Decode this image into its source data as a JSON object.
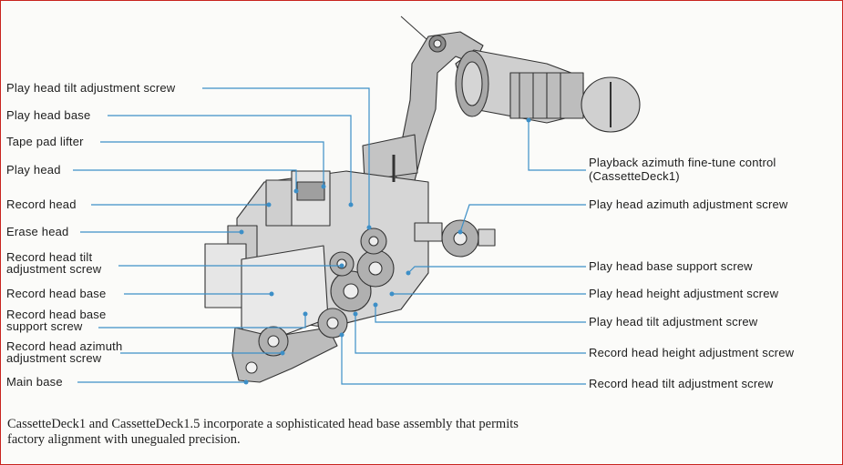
{
  "labels": {
    "play_head_tilt_screw": "Play head tilt adjustment screw",
    "play_head_base": "Play head base",
    "tape_pad_lifter": "Tape pad lifter",
    "play_head": "Play head",
    "record_head": "Record head",
    "erase_head": "Erase head",
    "record_head_tilt_1": "Record head tilt",
    "record_head_tilt_2": "adjustment screw",
    "record_head_base": "Record head base",
    "record_head_base_support_1": "Record head base",
    "record_head_base_support_2": "support screw",
    "record_head_azimuth_1": "Record head azimuth",
    "record_head_azimuth_2": "adjustment screw",
    "main_base": "Main base",
    "playback_azimuth_1": "Playback azimuth fine-tune control",
    "playback_azimuth_2": "(CassetteDeck1)",
    "play_head_azimuth_screw": "Play head azimuth adjustment screw",
    "play_head_base_support_screw": "Play head base support screw",
    "play_head_height_screw": "Play head height adjustment screw",
    "play_head_tilt_screw_right": "Play head tilt adjustment screw",
    "record_head_height_screw": "Record head height adjustment screw",
    "record_head_tilt_screw_right": "Record head tilt adjustment screw"
  },
  "caption": {
    "line1": "CassetteDeck1 and CassetteDeck1.5 incorporate a sophisticated head base assembly that permits",
    "line2": "factory alignment with unegualed precision."
  },
  "colors": {
    "leader": "#3d8fc7",
    "frame": "#c8241f",
    "metal": "#c9c9c9"
  }
}
